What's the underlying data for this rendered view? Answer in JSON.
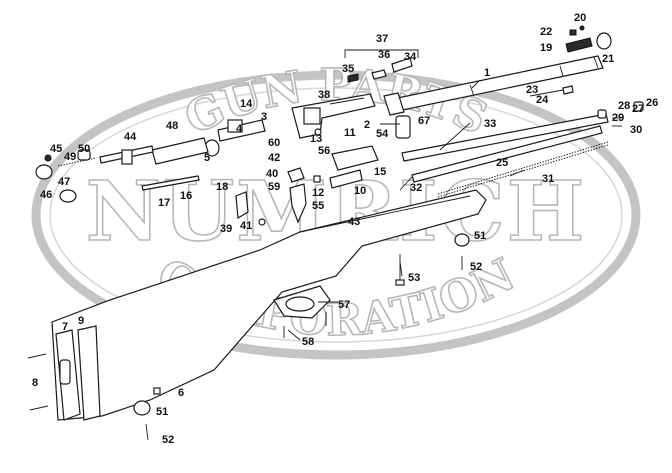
{
  "watermark": {
    "top_arc": "GUN PARTS",
    "middle": "NUMRICH",
    "bottom_arc": "CORPORATION"
  },
  "part_numbers": [
    "1",
    "2",
    "3",
    "4",
    "5",
    "6",
    "7",
    "8",
    "9",
    "10",
    "11",
    "12",
    "13",
    "14",
    "15",
    "16",
    "17",
    "18",
    "19",
    "20",
    "21",
    "22",
    "23",
    "24",
    "25",
    "26",
    "27",
    "28",
    "29",
    "30",
    "31",
    "32",
    "33",
    "34",
    "35",
    "36",
    "37",
    "38",
    "39",
    "40",
    "41",
    "42",
    "43",
    "44",
    "45",
    "46",
    "47",
    "48",
    "49",
    "50",
    "51",
    "51",
    "52",
    "52",
    "53",
    "54",
    "55",
    "56",
    "57",
    "58",
    "59",
    "60",
    "67"
  ]
}
